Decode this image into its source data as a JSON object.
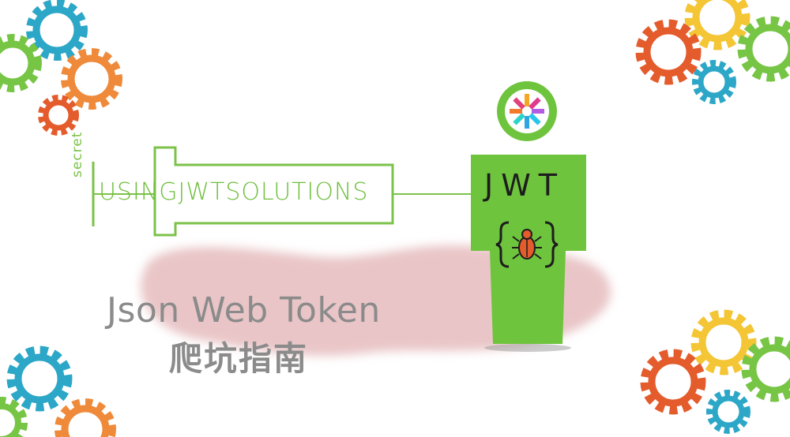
{
  "syringe": {
    "side_label": "secret",
    "body_text": "USINGJWTSOLUTIONS"
  },
  "mascot": {
    "chest_text": "JWT",
    "logo_icon": "jwt-star-logo-icon",
    "bug_icon": "bug-in-braces-icon"
  },
  "title": {
    "english": "Json Web Token",
    "chinese": "爬坑指南"
  },
  "colors": {
    "mascot_green": "#6fc43d",
    "blob_pink": "#e7bfc1",
    "gear_red": "#e45b2c",
    "gear_orange": "#ef8a3b",
    "gear_teal": "#2ca7c7",
    "gear_green": "#77c545",
    "gear_yellow": "#f4c534"
  }
}
